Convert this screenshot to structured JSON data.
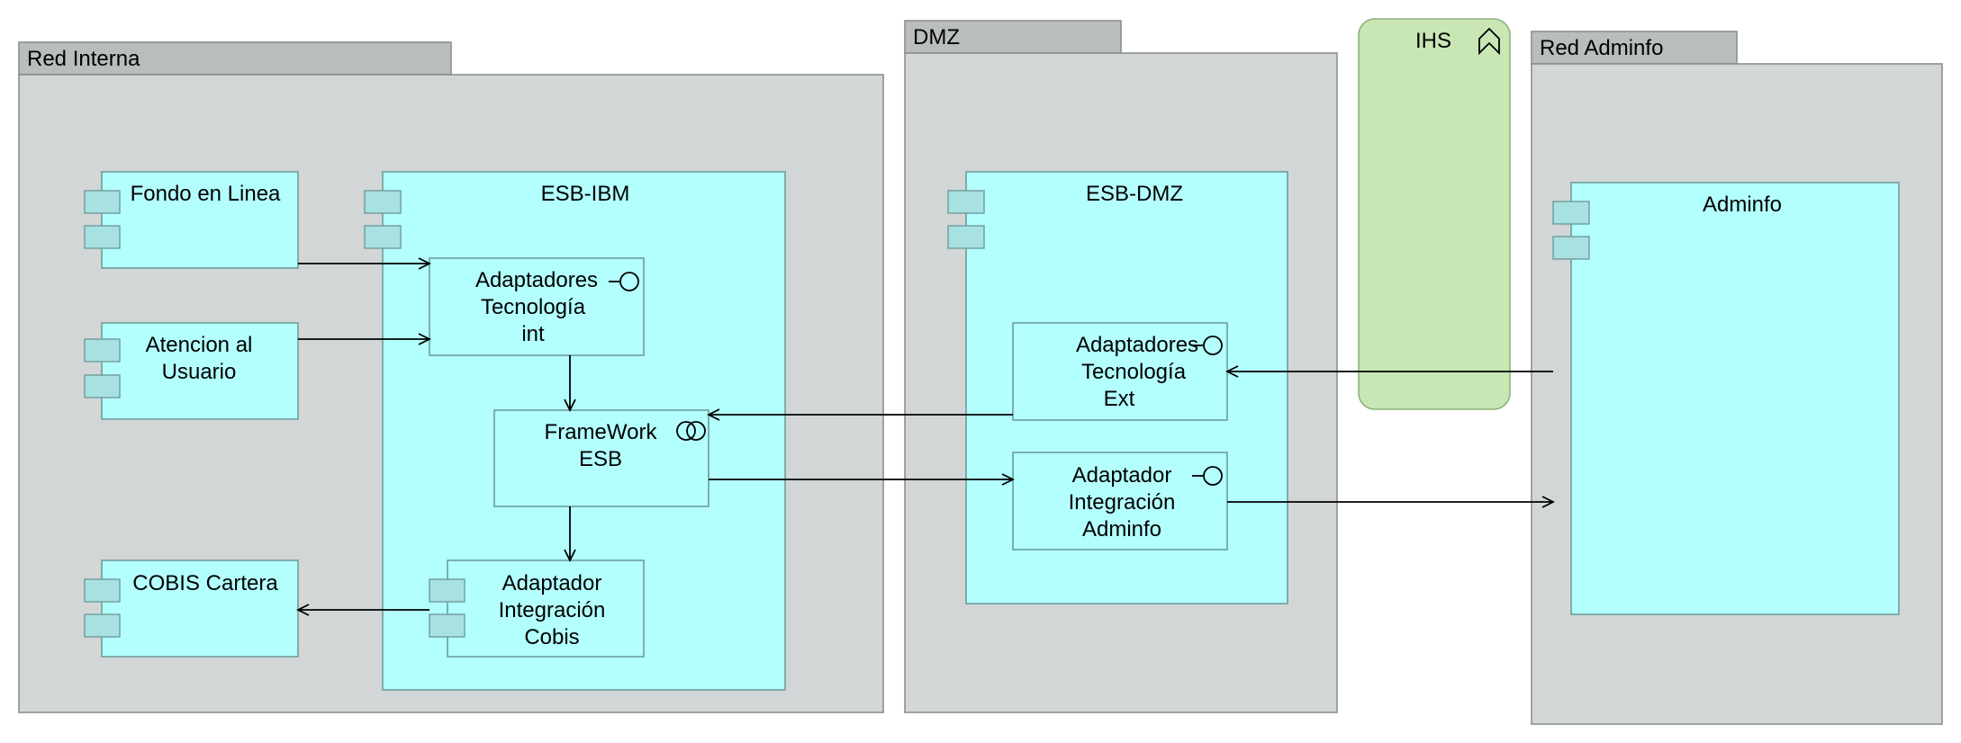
{
  "groups": {
    "red_interna": "Red Interna",
    "dmz": "DMZ",
    "red_adminfo": "Red Adminfo",
    "ihs": "IHS"
  },
  "components": {
    "fondo": "Fondo en Linea",
    "atencion": [
      "Atencion al",
      "Usuario"
    ],
    "cobis_cartera": "COBIS Cartera",
    "esb_ibm": "ESB-IBM",
    "adaptadores_int": [
      "Adaptadores",
      "Tecnología",
      "int"
    ],
    "framework": [
      "FrameWork",
      "ESB"
    ],
    "adaptador_cobis": [
      "Adaptador",
      "Integración",
      "Cobis"
    ],
    "esb_dmz": "ESB-DMZ",
    "adaptadores_ext": [
      "Adaptadores",
      "Tecnología",
      "Ext"
    ],
    "adaptador_adminfo": [
      "Adaptador",
      "Integración",
      "Adminfo"
    ],
    "adminfo": "Adminfo"
  },
  "colors": {
    "group_fill": "#d3d6d6",
    "group_tab": "#babdbd",
    "component_fill": "#b3fffe",
    "node_fill": "#c9e6b5"
  }
}
